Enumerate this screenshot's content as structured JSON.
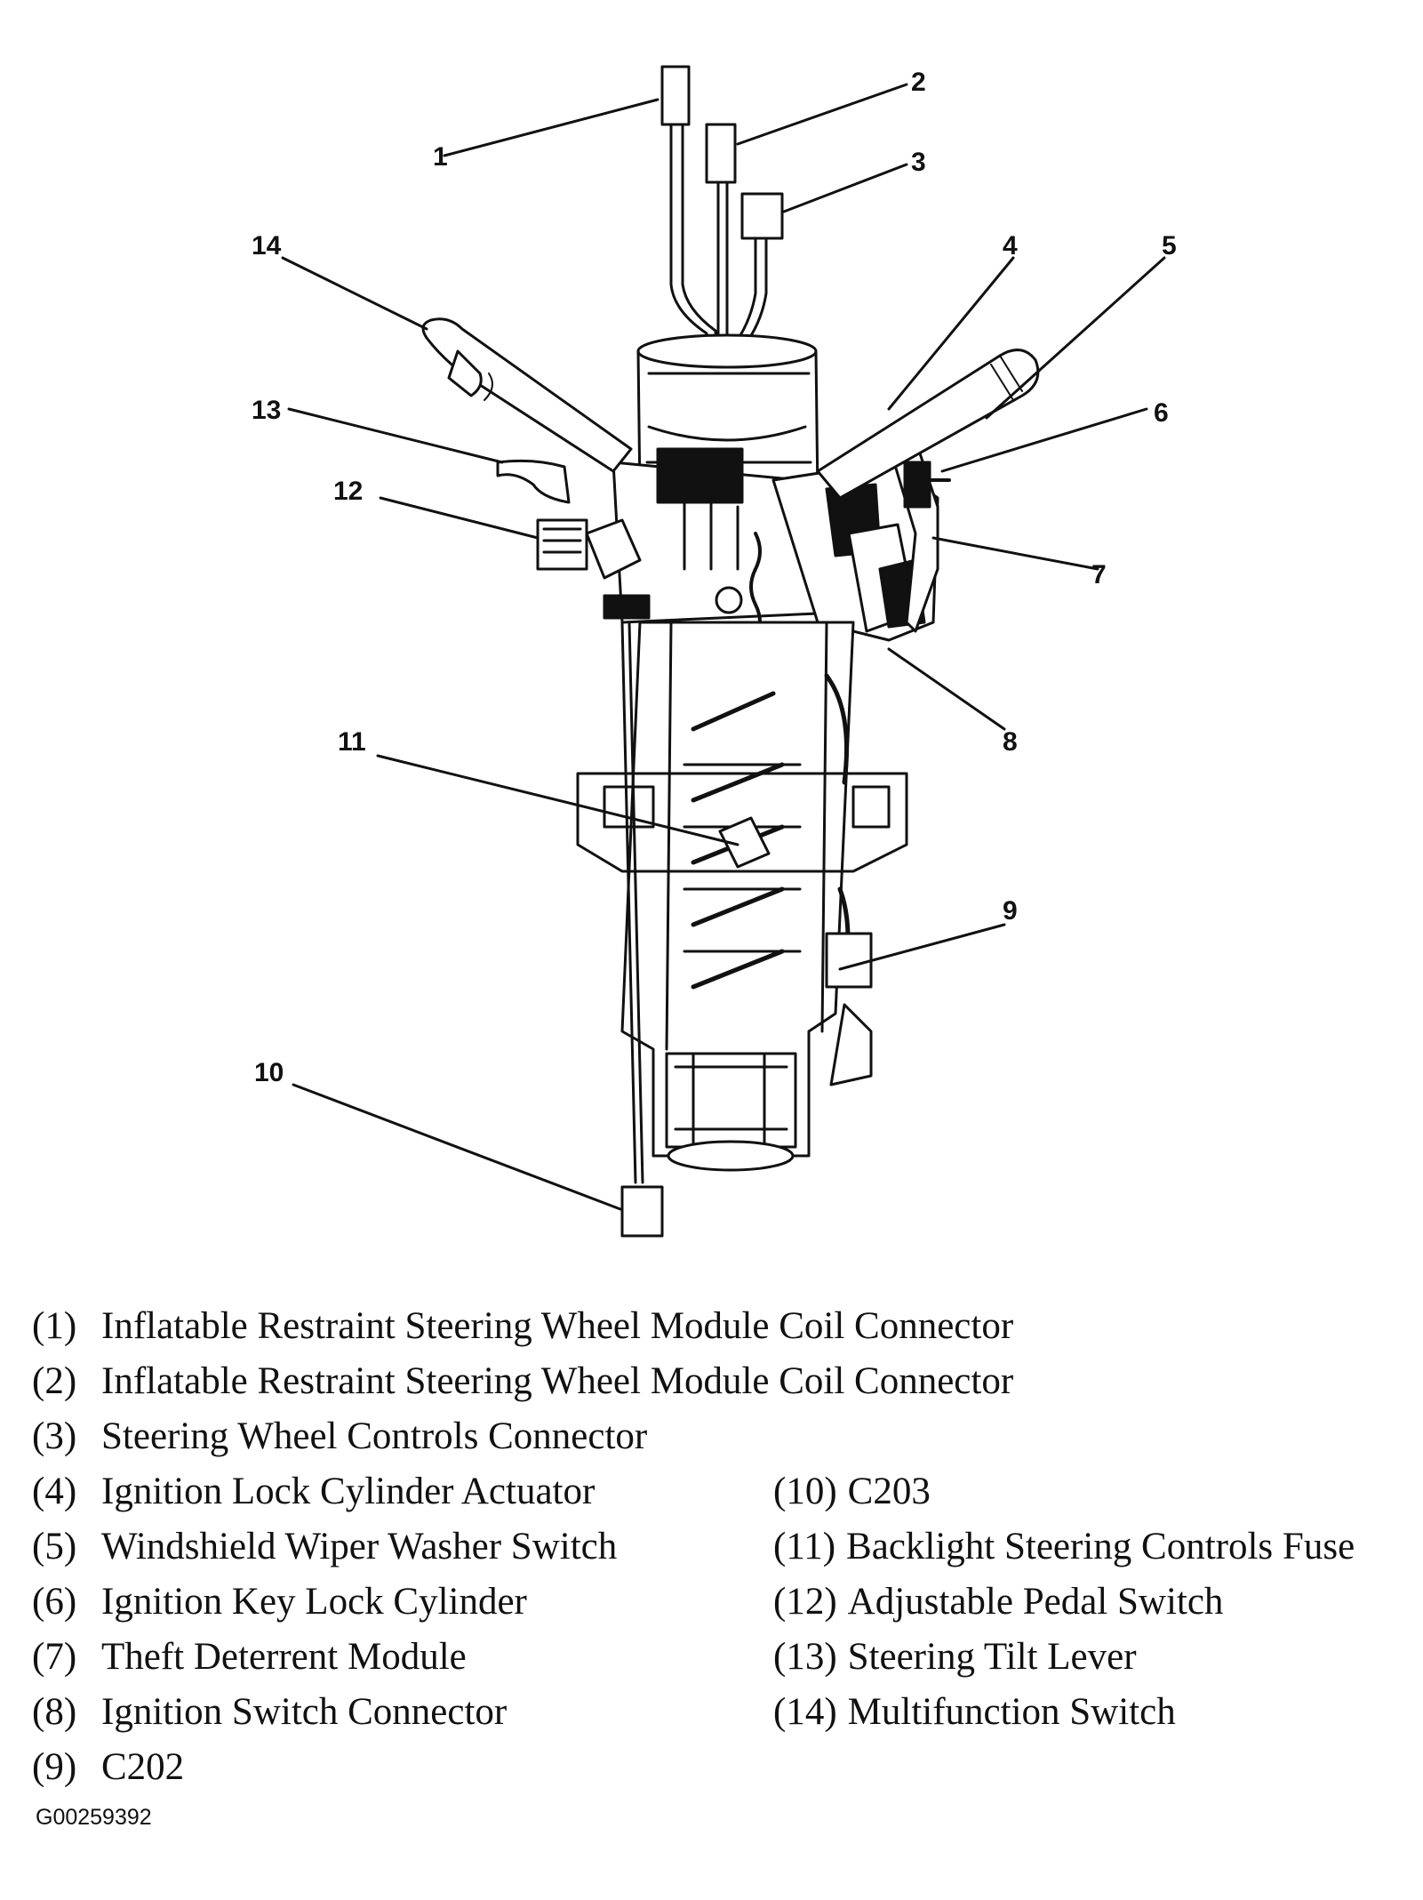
{
  "callouts": [
    "1",
    "2",
    "3",
    "4",
    "5",
    "6",
    "7",
    "8",
    "9",
    "10",
    "11",
    "12",
    "13",
    "14"
  ],
  "legend": {
    "left": [
      {
        "num": "(1)",
        "text": "Inflatable Restraint Steering Wheel Module Coil Connector"
      },
      {
        "num": "(2)",
        "text": "Inflatable Restraint Steering Wheel Module Coil Connector"
      },
      {
        "num": "(3)",
        "text": "Steering Wheel Controls Connector"
      },
      {
        "num": "(4)",
        "text": "Ignition Lock Cylinder Actuator"
      },
      {
        "num": "(5)",
        "text": "Windshield Wiper Washer Switch"
      },
      {
        "num": "(6)",
        "text": "Ignition Key Lock Cylinder"
      },
      {
        "num": "(7)",
        "text": "Theft Deterrent Module"
      },
      {
        "num": "(8)",
        "text": "Ignition Switch Connector"
      },
      {
        "num": "(9)",
        "text": "C202"
      }
    ],
    "right": [
      {
        "num": "(10)",
        "text": "C203"
      },
      {
        "num": "(11)",
        "text": "Backlight Steering Controls Fuse"
      },
      {
        "num": "(12)",
        "text": "Adjustable Pedal Switch"
      },
      {
        "num": "(13)",
        "text": "Steering Tilt Lever"
      },
      {
        "num": "(14)",
        "text": "Multifunction Switch"
      }
    ]
  },
  "figure_id": "G00259392"
}
